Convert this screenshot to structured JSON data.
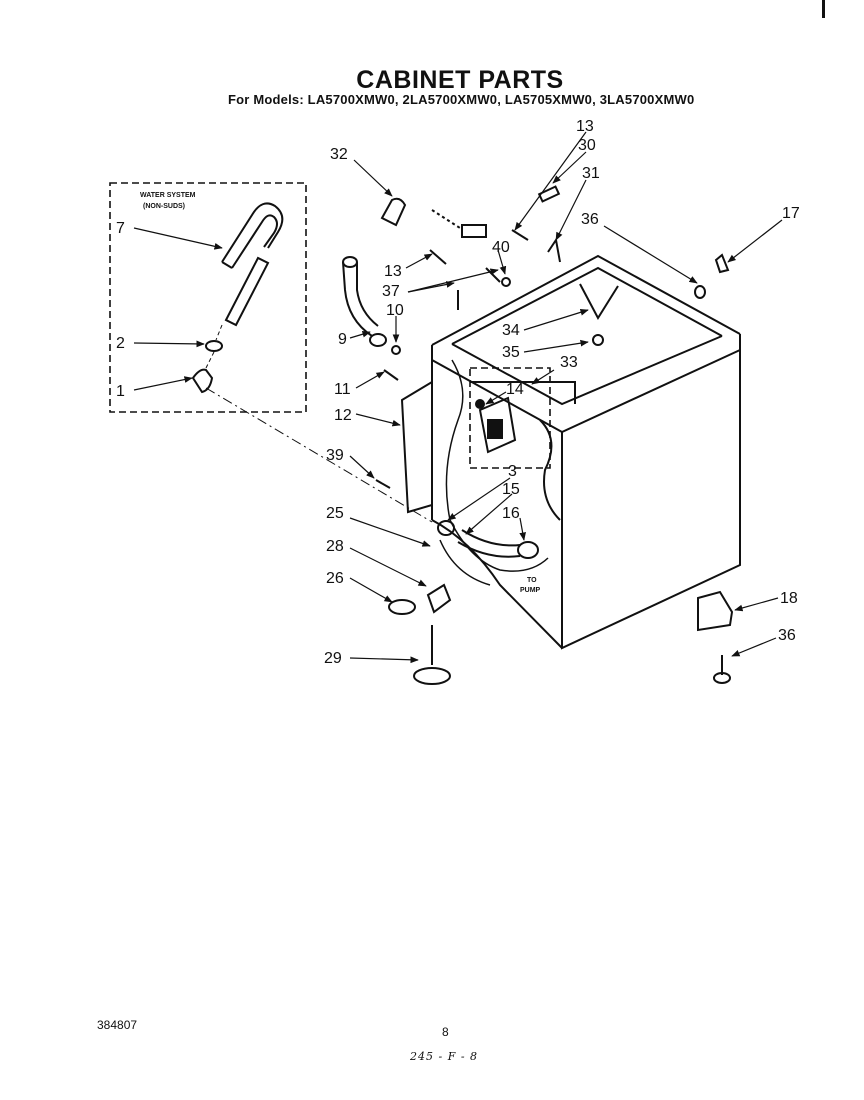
{
  "header": {
    "title": "CABINET PARTS",
    "subtitle": "For Models: LA5700XMW0, 2LA5700XMW0, LA5705XMW0, 3LA5700XMW0"
  },
  "inset": {
    "line1": "WATER SYSTEM",
    "line2": "(NON-SUDS)"
  },
  "pump_note": {
    "line1": "TO",
    "line2": "PUMP"
  },
  "callouts": {
    "c1": "1",
    "c2": "2",
    "c7": "7",
    "c9": "9",
    "c10": "10",
    "c11": "11",
    "c12": "12",
    "c13a": "13",
    "c13b": "13",
    "c14": "14",
    "c15": "15",
    "c16": "16",
    "c17": "17",
    "c18": "18",
    "c25": "25",
    "c26": "26",
    "c28": "28",
    "c29": "29",
    "c3": "3",
    "c30": "30",
    "c31": "31",
    "c32": "32",
    "c33": "33",
    "c34": "34",
    "c35": "35",
    "c36a": "36",
    "c36b": "36",
    "c37": "37",
    "c39": "39",
    "c40": "40"
  },
  "footer": {
    "code": "384807",
    "page": "8",
    "handwritten": "245 - F - 8"
  }
}
